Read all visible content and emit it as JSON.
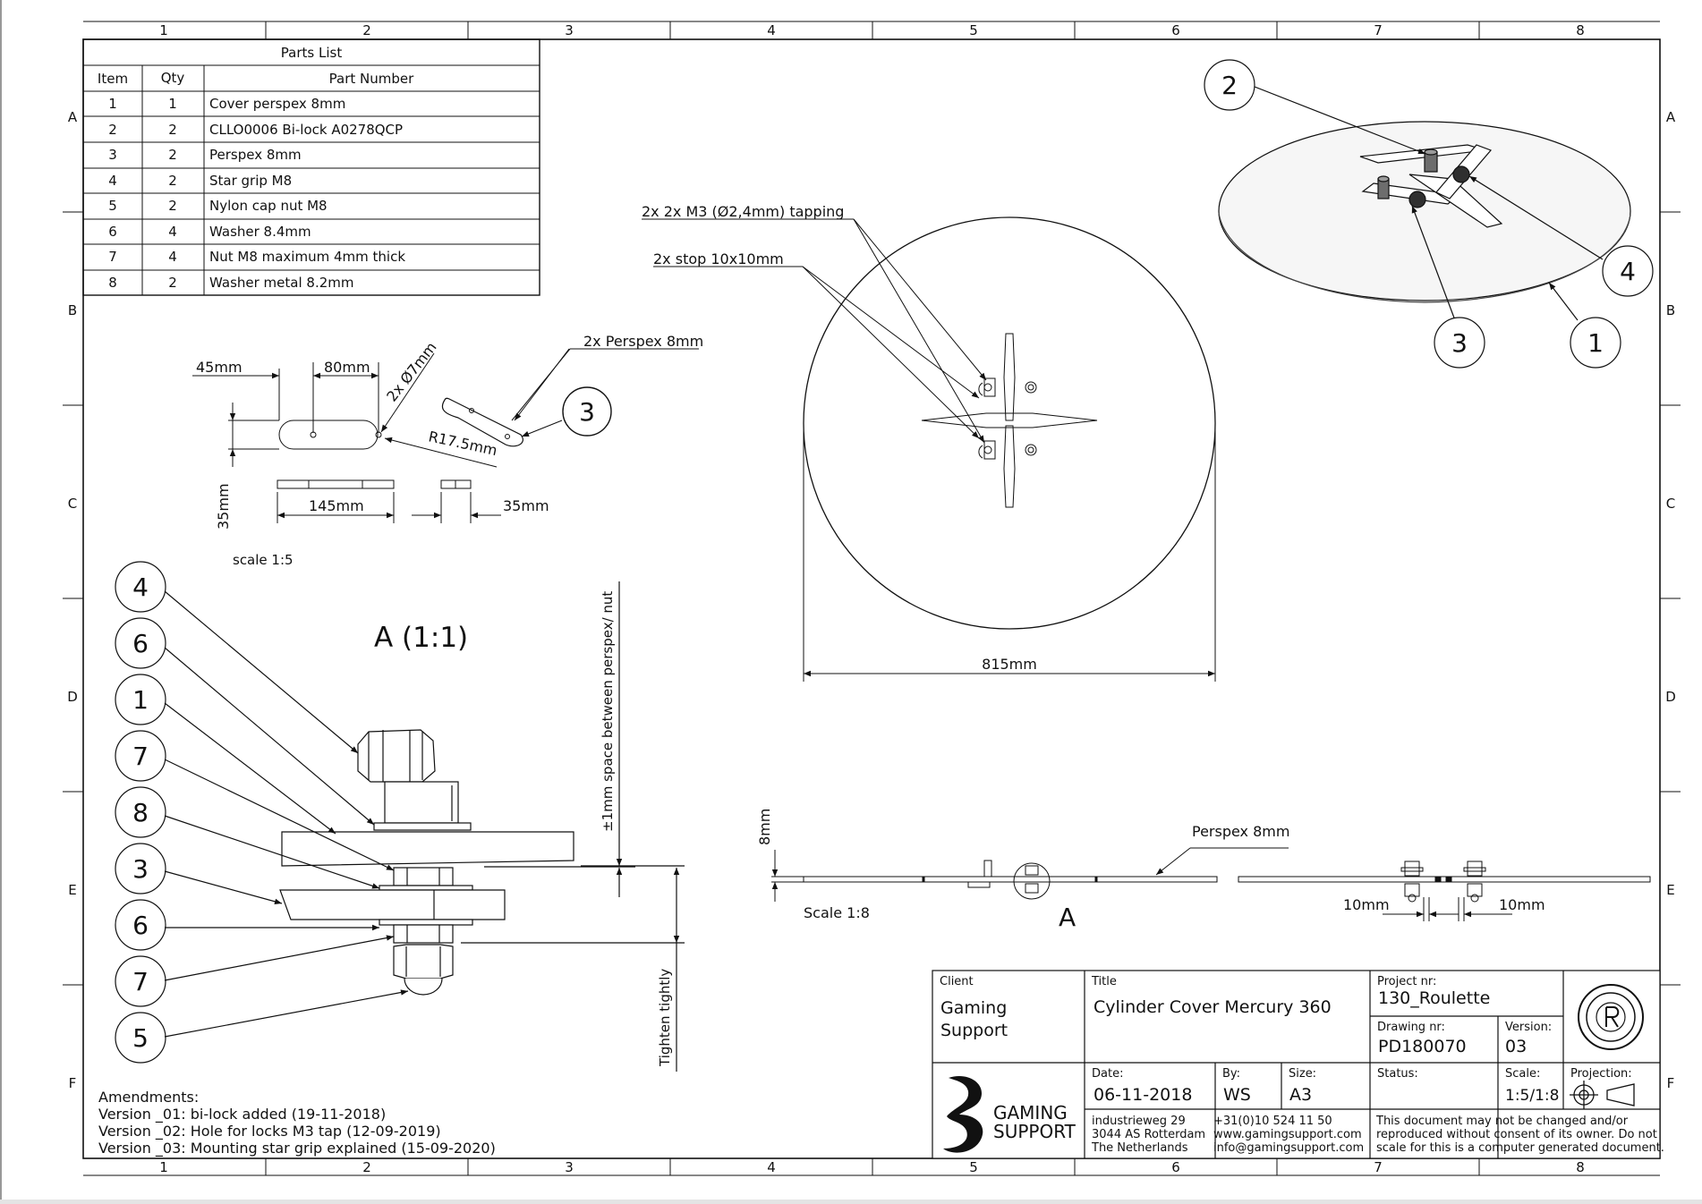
{
  "border": {
    "cols": [
      "1",
      "2",
      "3",
      "4",
      "5",
      "6",
      "7",
      "8"
    ],
    "rows": [
      "A",
      "B",
      "C",
      "D",
      "E",
      "F"
    ]
  },
  "parts_list": {
    "title": "Parts List",
    "headers": [
      "Item",
      "Qty",
      "Part Number"
    ],
    "rows": [
      [
        "1",
        "1",
        "Cover perspex 8mm"
      ],
      [
        "2",
        "2",
        "CLLO0006 Bi-lock A0278QCP"
      ],
      [
        "3",
        "2",
        "Perspex 8mm"
      ],
      [
        "4",
        "2",
        "Star grip M8"
      ],
      [
        "5",
        "2",
        "Nylon cap nut M8"
      ],
      [
        "6",
        "4",
        "Washer 8.4mm"
      ],
      [
        "7",
        "4",
        "Nut M8 maximum 4mm thick"
      ],
      [
        "8",
        "2",
        "Washer metal 8.2mm"
      ]
    ]
  },
  "strip_view": {
    "dim_45": "45mm",
    "dim_80": "80mm",
    "dim_hole": "2x Ø7mm",
    "dim_r": "R17.5mm",
    "dim_35v": "35mm",
    "dim_145": "145mm",
    "dim_35h": "35mm",
    "label": "2x Perspex 8mm",
    "balloon": "3",
    "scale": "scale 1:5"
  },
  "top_view": {
    "note_tapping": "2x 2x M3 (Ø2,4mm) tapping",
    "note_stop": "2x stop 10x10mm",
    "dim_diameter": "815mm"
  },
  "iso_view": {
    "balloons": [
      "2",
      "4",
      "3",
      "1"
    ]
  },
  "detail_a": {
    "title": "A (1:1)",
    "balloons": [
      "4",
      "6",
      "1",
      "7",
      "8",
      "3",
      "6",
      "7",
      "5"
    ],
    "note_space": "±1mm space between perspex/ nut",
    "note_tighten": "Tighten tightly"
  },
  "side_view": {
    "dim_8": "8mm",
    "label_perspex": "Perspex 8mm",
    "scale": "Scale 1:8",
    "detail_marker": "A",
    "dim_10a": "10mm",
    "dim_10b": "10mm"
  },
  "amendments": {
    "title": "Amendments:",
    "lines": [
      "Version _01: bi-lock added (19-11-2018)",
      "Version _02: Hole for locks M3 tap (12-09-2019)",
      "Version _03: Mounting star grip explained (15-09-2020)"
    ]
  },
  "title_block": {
    "client_label": "Client",
    "client_line1": "Gaming",
    "client_line2": "Support",
    "title_label": "Title",
    "title": "Cylinder Cover Mercury 360",
    "project_label": "Project nr:",
    "project": "130_Roulette",
    "drawing_label": "Drawing nr:",
    "drawing": "PD180070",
    "version_label": "Version:",
    "version": "03",
    "date_label": "Date:",
    "date": "06-11-2018",
    "by_label": "By:",
    "by": "WS",
    "size_label": "Size:",
    "size": "A3",
    "status_label": "Status:",
    "scale_label": "Scale:",
    "scale": "1:5/1:8",
    "projection_label": "Projection:",
    "logo_line1": "GAMING",
    "logo_line2": "SUPPORT",
    "address": [
      "industrieweg 29",
      "3044 AS Rotterdam",
      "The Netherlands"
    ],
    "contact": [
      "+31(0)10 524 11 50",
      "www.gamingsupport.com",
      "info@gamingsupport.com"
    ],
    "disclaimer": [
      "This document may not be changed and/or",
      "reproduced without consent of its owner. Do not",
      "scale for this is a computer generated document."
    ]
  }
}
